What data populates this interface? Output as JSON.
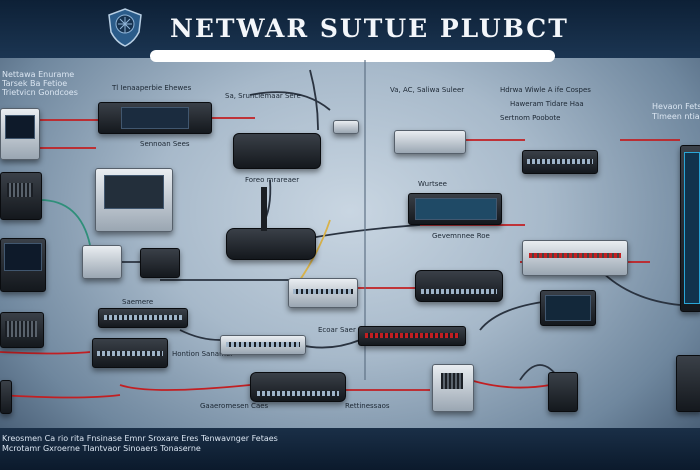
{
  "title": "NETWAR SUTUE PLUBCT",
  "captions": [
    {
      "id": "cap-topleft-1",
      "text": "Nettawa Enurame"
    },
    {
      "id": "cap-topleft-2",
      "text": "Tarsek Ba Fetioe"
    },
    {
      "id": "cap-topleft-3",
      "text": "Trietvicn Gondcoes"
    },
    {
      "id": "cap-top-2",
      "text": "Tl Ienaaperbie Ehewes"
    },
    {
      "id": "cap-top-3",
      "text": "Sa, Srunciemaar Sere"
    },
    {
      "id": "cap-top-4",
      "text": "Va, AC, Saliwa Suleer"
    },
    {
      "id": "cap-top-5",
      "text": "Hdrwa Wiwle A ife Cospes"
    },
    {
      "id": "cap-top-6",
      "text": "Haweram Tidare Haa"
    },
    {
      "id": "cap-top-7",
      "text": "Sertnom Poobote"
    },
    {
      "id": "cap-topright",
      "text": "Hevaon Fets"
    },
    {
      "id": "cap-topright-2",
      "text": "Tlmeen ntiaes"
    },
    {
      "id": "cap-mid-1",
      "text": "Sennoan Sees"
    },
    {
      "id": "cap-mid-2",
      "text": "Foreo mrareaer"
    },
    {
      "id": "cap-mid-3",
      "text": "Wurtsee"
    },
    {
      "id": "cap-mid-4",
      "text": "Gevemnnee Roe"
    },
    {
      "id": "cap-mid-5",
      "text": "Saemere"
    },
    {
      "id": "cap-mid-6",
      "text": "Hontion Sanamer"
    },
    {
      "id": "cap-mid-7",
      "text": "Ecoar Saer"
    },
    {
      "id": "cap-bottom-1",
      "text": "Gaaeromesen Caes"
    },
    {
      "id": "cap-bottom-2",
      "text": "Rettinessaos"
    },
    {
      "id": "cap-footer-1",
      "text": "Kreosmen Ca rio rita Fnsinase Emnr Sroxare Eres Tenwavnger Fetaes"
    },
    {
      "id": "cap-footer-2",
      "text": "Mcrotamr Gxroerne Tlantvaor Sinoaers Tonaserne"
    }
  ],
  "colors": {
    "wire_red": "#c21f22",
    "wire_dark": "#2a3340",
    "wire_teal": "#2f8f7a",
    "accent_screen": "#2aa6d6"
  },
  "icons": {
    "logo": "brain-shield-logo"
  }
}
